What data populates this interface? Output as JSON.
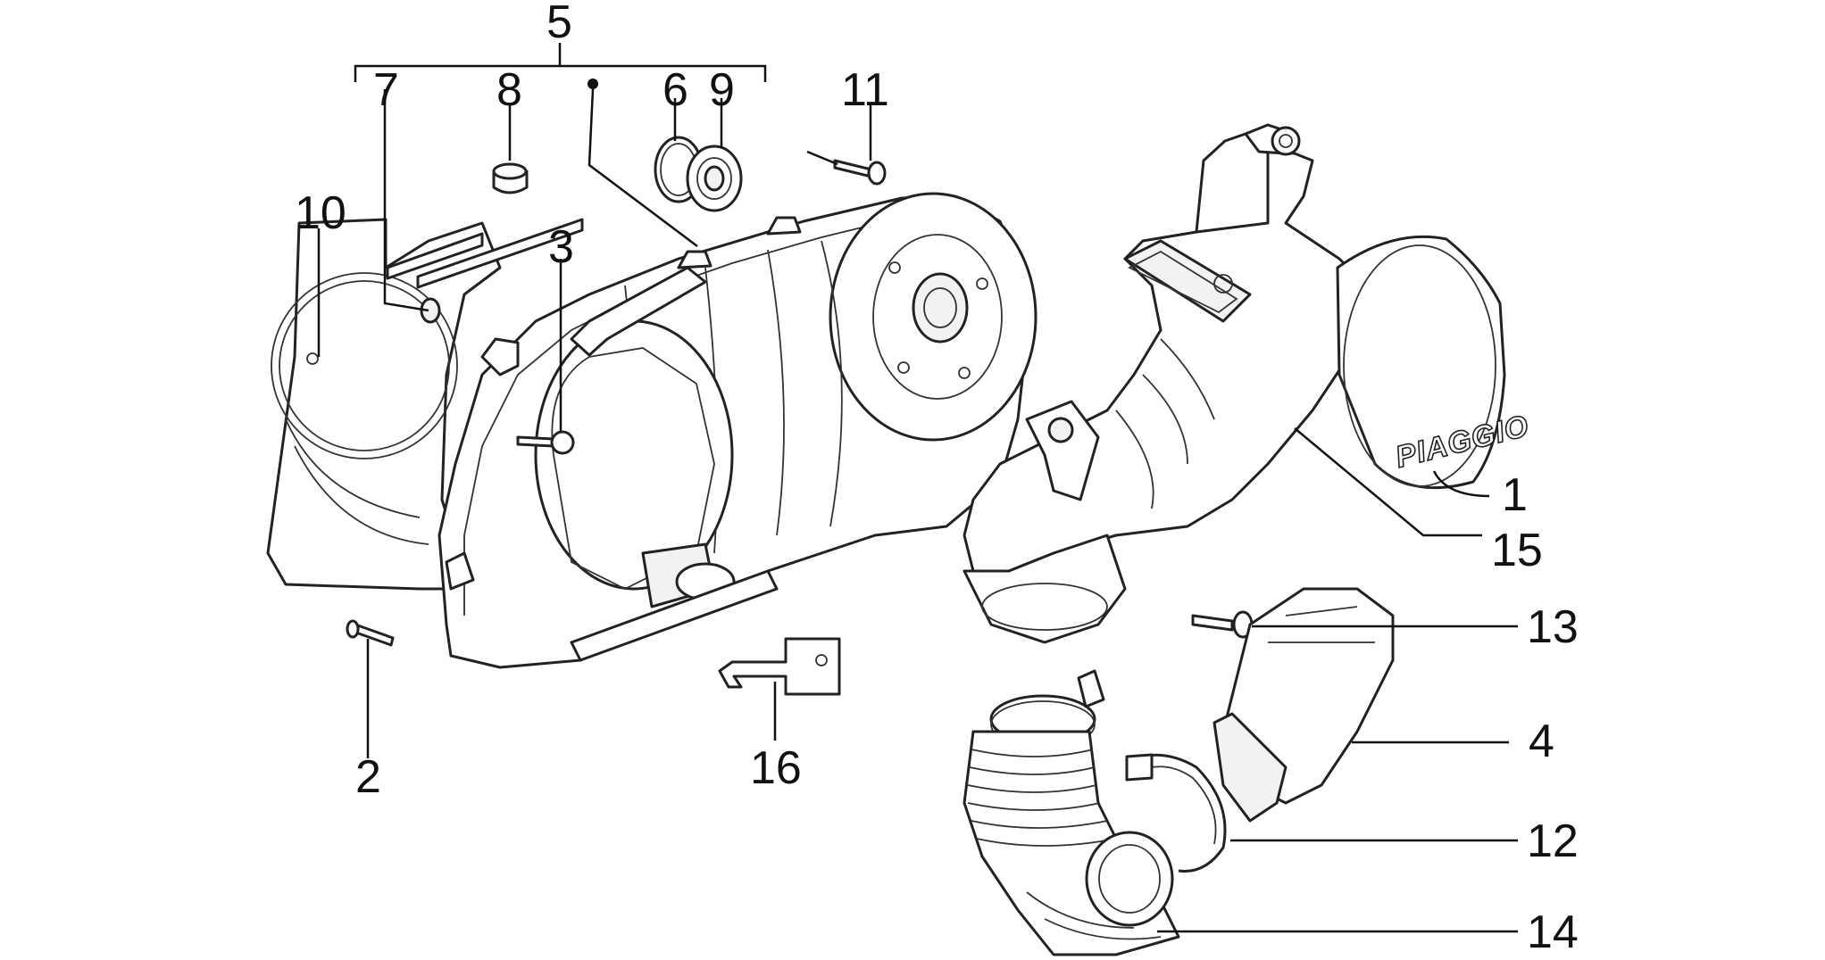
{
  "callouts": [
    {
      "id": "part-5",
      "text": "5"
    },
    {
      "id": "part-7",
      "text": "7"
    },
    {
      "id": "part-8",
      "text": "8"
    },
    {
      "id": "part-6",
      "text": "6"
    },
    {
      "id": "part-9",
      "text": "9"
    },
    {
      "id": "part-11",
      "text": "11"
    },
    {
      "id": "part-10",
      "text": "10"
    },
    {
      "id": "part-3",
      "text": "3"
    },
    {
      "id": "part-1",
      "text": "1"
    },
    {
      "id": "part-15",
      "text": "15"
    },
    {
      "id": "part-13",
      "text": "13"
    },
    {
      "id": "part-4",
      "text": "4"
    },
    {
      "id": "part-12",
      "text": "12"
    },
    {
      "id": "part-14",
      "text": "14"
    },
    {
      "id": "part-2",
      "text": "2"
    },
    {
      "id": "part-16",
      "text": "16"
    }
  ],
  "cover_brand": "PIAGGIO"
}
